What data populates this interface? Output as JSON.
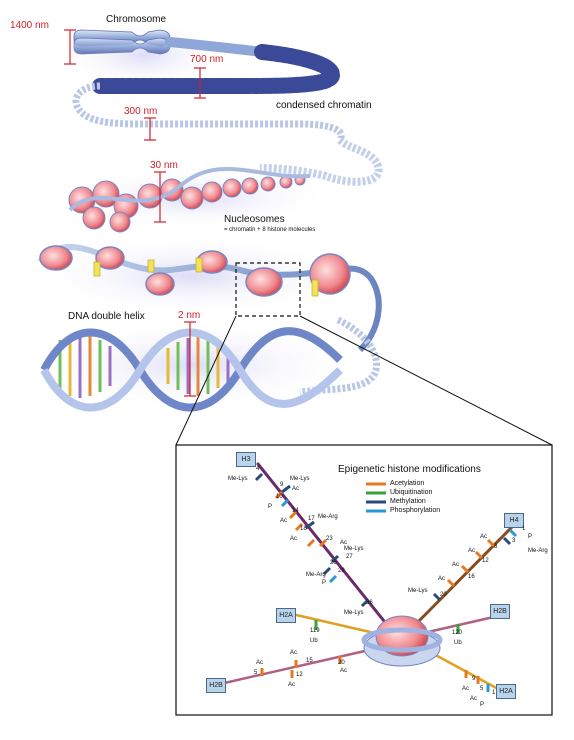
{
  "labels": {
    "chromosome": "Chromosome",
    "condensed_chromatin": "condensed chromatin",
    "nucleosomes": "Nucleosomes",
    "nucleosomes_sub": "= chromatin + 8 histone molecules",
    "dna_double_helix": "DNA double helix"
  },
  "scales": {
    "s1400": "1400 nm",
    "s700": "700 nm",
    "s300": "300 nm",
    "s30": "30 nm",
    "s2": "2 nm"
  },
  "panel": {
    "title": "Epigenetic histone modifications",
    "legend": [
      {
        "label": "Acetylation",
        "color": "#e87722"
      },
      {
        "label": "Ubiquitination",
        "color": "#3aa23a"
      },
      {
        "label": "Methylation",
        "color": "#2b4a7a"
      },
      {
        "label": "Phosphorylation",
        "color": "#2a9ad6"
      }
    ],
    "tails": {
      "h3": "H3",
      "h4": "H4",
      "h2a_top": "H2A",
      "h2b_right": "H2B",
      "h2b_left": "H2B",
      "h2a_bottom": "H2A"
    },
    "h3_sites": [
      "4",
      "Me-Lys",
      "9",
      "Me-Lys",
      "Ac",
      "10",
      "P",
      "14",
      "Ac",
      "18",
      "17",
      "Me-Arg",
      "Ac",
      "23",
      "Ac",
      "26",
      "27",
      "Me-Lys",
      "Me-Arg",
      "28",
      "P",
      "36",
      "Me-Lys"
    ],
    "h4_sites": [
      "1",
      "P",
      "3",
      "Me-Arg",
      "Ac",
      "8",
      "Ac",
      "12",
      "Ac",
      "16",
      "Ac",
      "20",
      "Me-Lys"
    ],
    "h2a_top_sites": [
      "119",
      "Ub"
    ],
    "h2b_right_sites": [
      "120",
      "Ub"
    ],
    "h2b_left_sites": [
      "Ac",
      "5",
      "Ac",
      "15",
      "12",
      "Ac",
      "20",
      "Ac"
    ],
    "h2a_bottom_sites": [
      "9",
      "Ac",
      "5",
      "Ac",
      "1",
      "P"
    ]
  }
}
